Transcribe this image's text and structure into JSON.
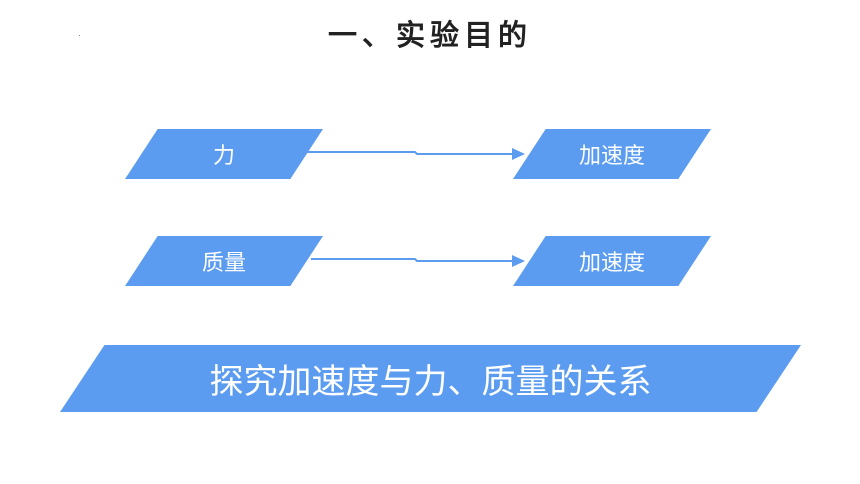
{
  "title": "一、实验目的",
  "flows": [
    {
      "from": "力",
      "to": "加速度"
    },
    {
      "from": "质量",
      "to": "加速度"
    }
  ],
  "conclusion": "探究加速度与力、质量的关系",
  "colors": {
    "accent": "#5b9cf0",
    "title": "#222222",
    "background": "#ffffff"
  }
}
